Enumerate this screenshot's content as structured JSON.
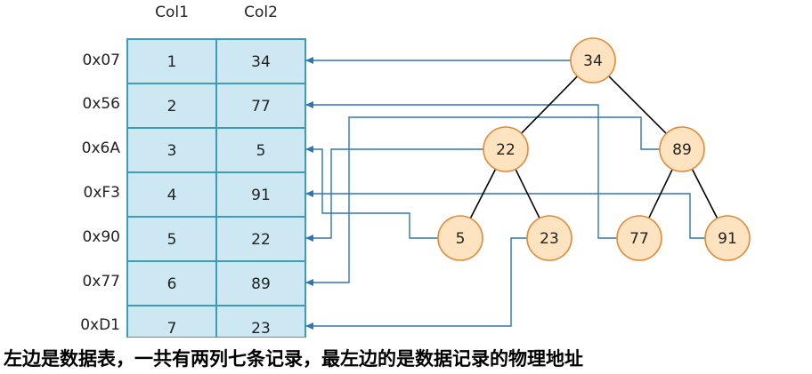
{
  "table": {
    "headers": [
      "Col1",
      "Col2"
    ],
    "rows": [
      {
        "address": "0x07",
        "col1": "1",
        "col2": "34"
      },
      {
        "address": "0x56",
        "col1": "2",
        "col2": "77"
      },
      {
        "address": "0x6A",
        "col1": "3",
        "col2": "5"
      },
      {
        "address": "0xF3",
        "col1": "4",
        "col2": "91"
      },
      {
        "address": "0x90",
        "col1": "5",
        "col2": "22"
      },
      {
        "address": "0x77",
        "col1": "6",
        "col2": "89"
      },
      {
        "address": "0xD1",
        "col1": "7",
        "col2": "23"
      }
    ]
  },
  "tree": {
    "nodes": [
      {
        "id": "n34",
        "label": "34",
        "row": 0
      },
      {
        "id": "n22",
        "label": "22",
        "row": 4
      },
      {
        "id": "n89",
        "label": "89",
        "row": 5
      },
      {
        "id": "n5",
        "label": "5",
        "row": 2
      },
      {
        "id": "n23",
        "label": "23",
        "row": 6
      },
      {
        "id": "n77",
        "label": "77",
        "row": 1
      },
      {
        "id": "n91",
        "label": "91",
        "row": 3
      }
    ],
    "edges": [
      [
        "n34",
        "n22"
      ],
      [
        "n34",
        "n89"
      ],
      [
        "n22",
        "n5"
      ],
      [
        "n22",
        "n23"
      ],
      [
        "n89",
        "n77"
      ],
      [
        "n89",
        "n91"
      ]
    ]
  },
  "colors": {
    "cell_fill": "#cde8f2",
    "cell_border": "#3d9bbb",
    "node_fill": "#fde3bf",
    "node_border": "#e08a3a",
    "pointer": "#2e75b6",
    "edge": "#000000"
  },
  "caption": "左边是数据表，一共有两列七条记录，最左边的是数据记录的物理地址"
}
